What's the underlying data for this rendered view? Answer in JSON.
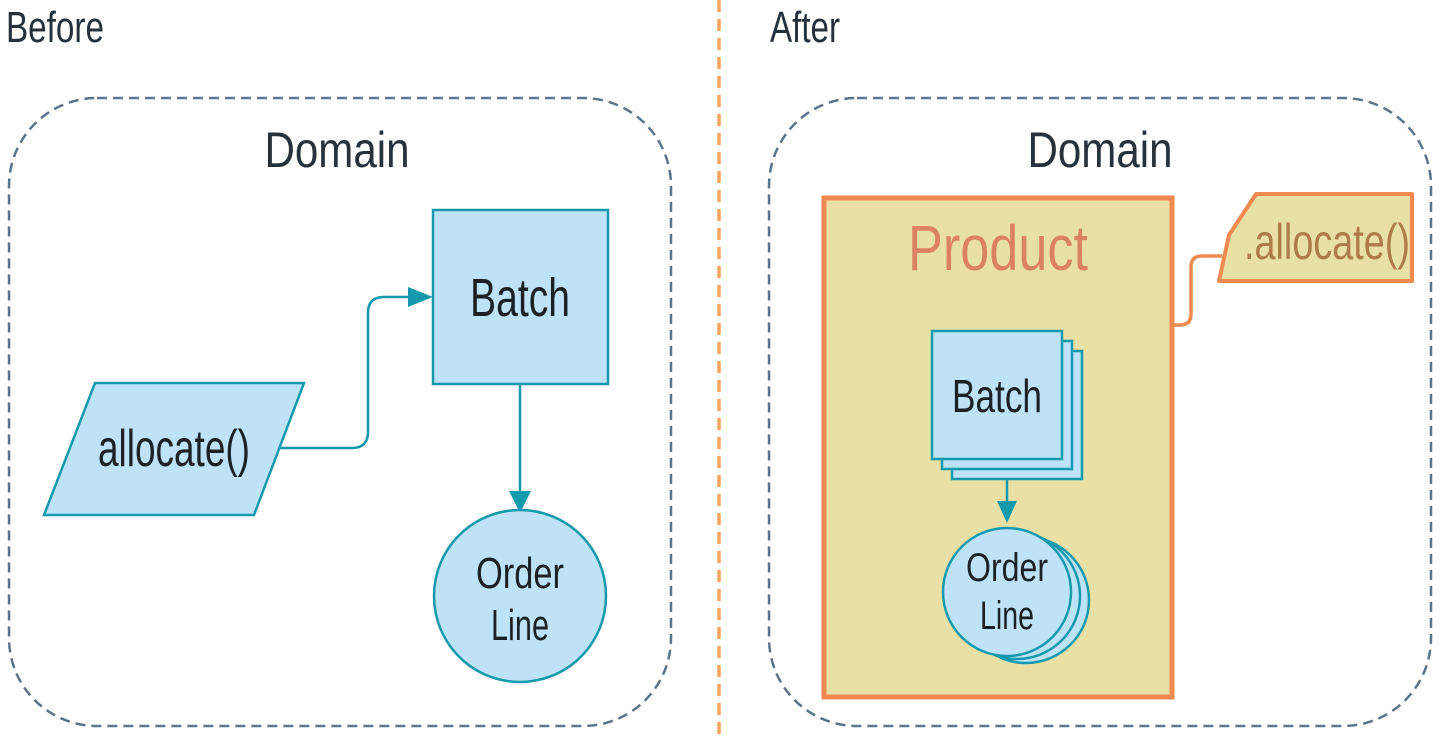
{
  "figure": {
    "before": {
      "title": "Before",
      "domain_label": "Domain",
      "allocate_label": "allocate()",
      "batch_label": "Batch",
      "order_line_line1": "Order",
      "order_line_line2": "Line"
    },
    "after": {
      "title": "After",
      "domain_label": "Domain",
      "product_label": "Product",
      "batch_label": "Batch",
      "order_line_line1": "Order",
      "order_line_line2": "Line",
      "allocate_tag_label": ".allocate()"
    }
  },
  "colors": {
    "node-fill": "#bee3f8",
    "node-stroke": "#149aac",
    "node-text": "#1d2126",
    "title-text": "#26313b",
    "domain-border": "#5b7487",
    "divider": "#f8a75d",
    "product-fill": "#e9e0a6",
    "product-border": "#f08a51",
    "product-text": "#dc8164",
    "tag-text": "#ae7b49"
  }
}
